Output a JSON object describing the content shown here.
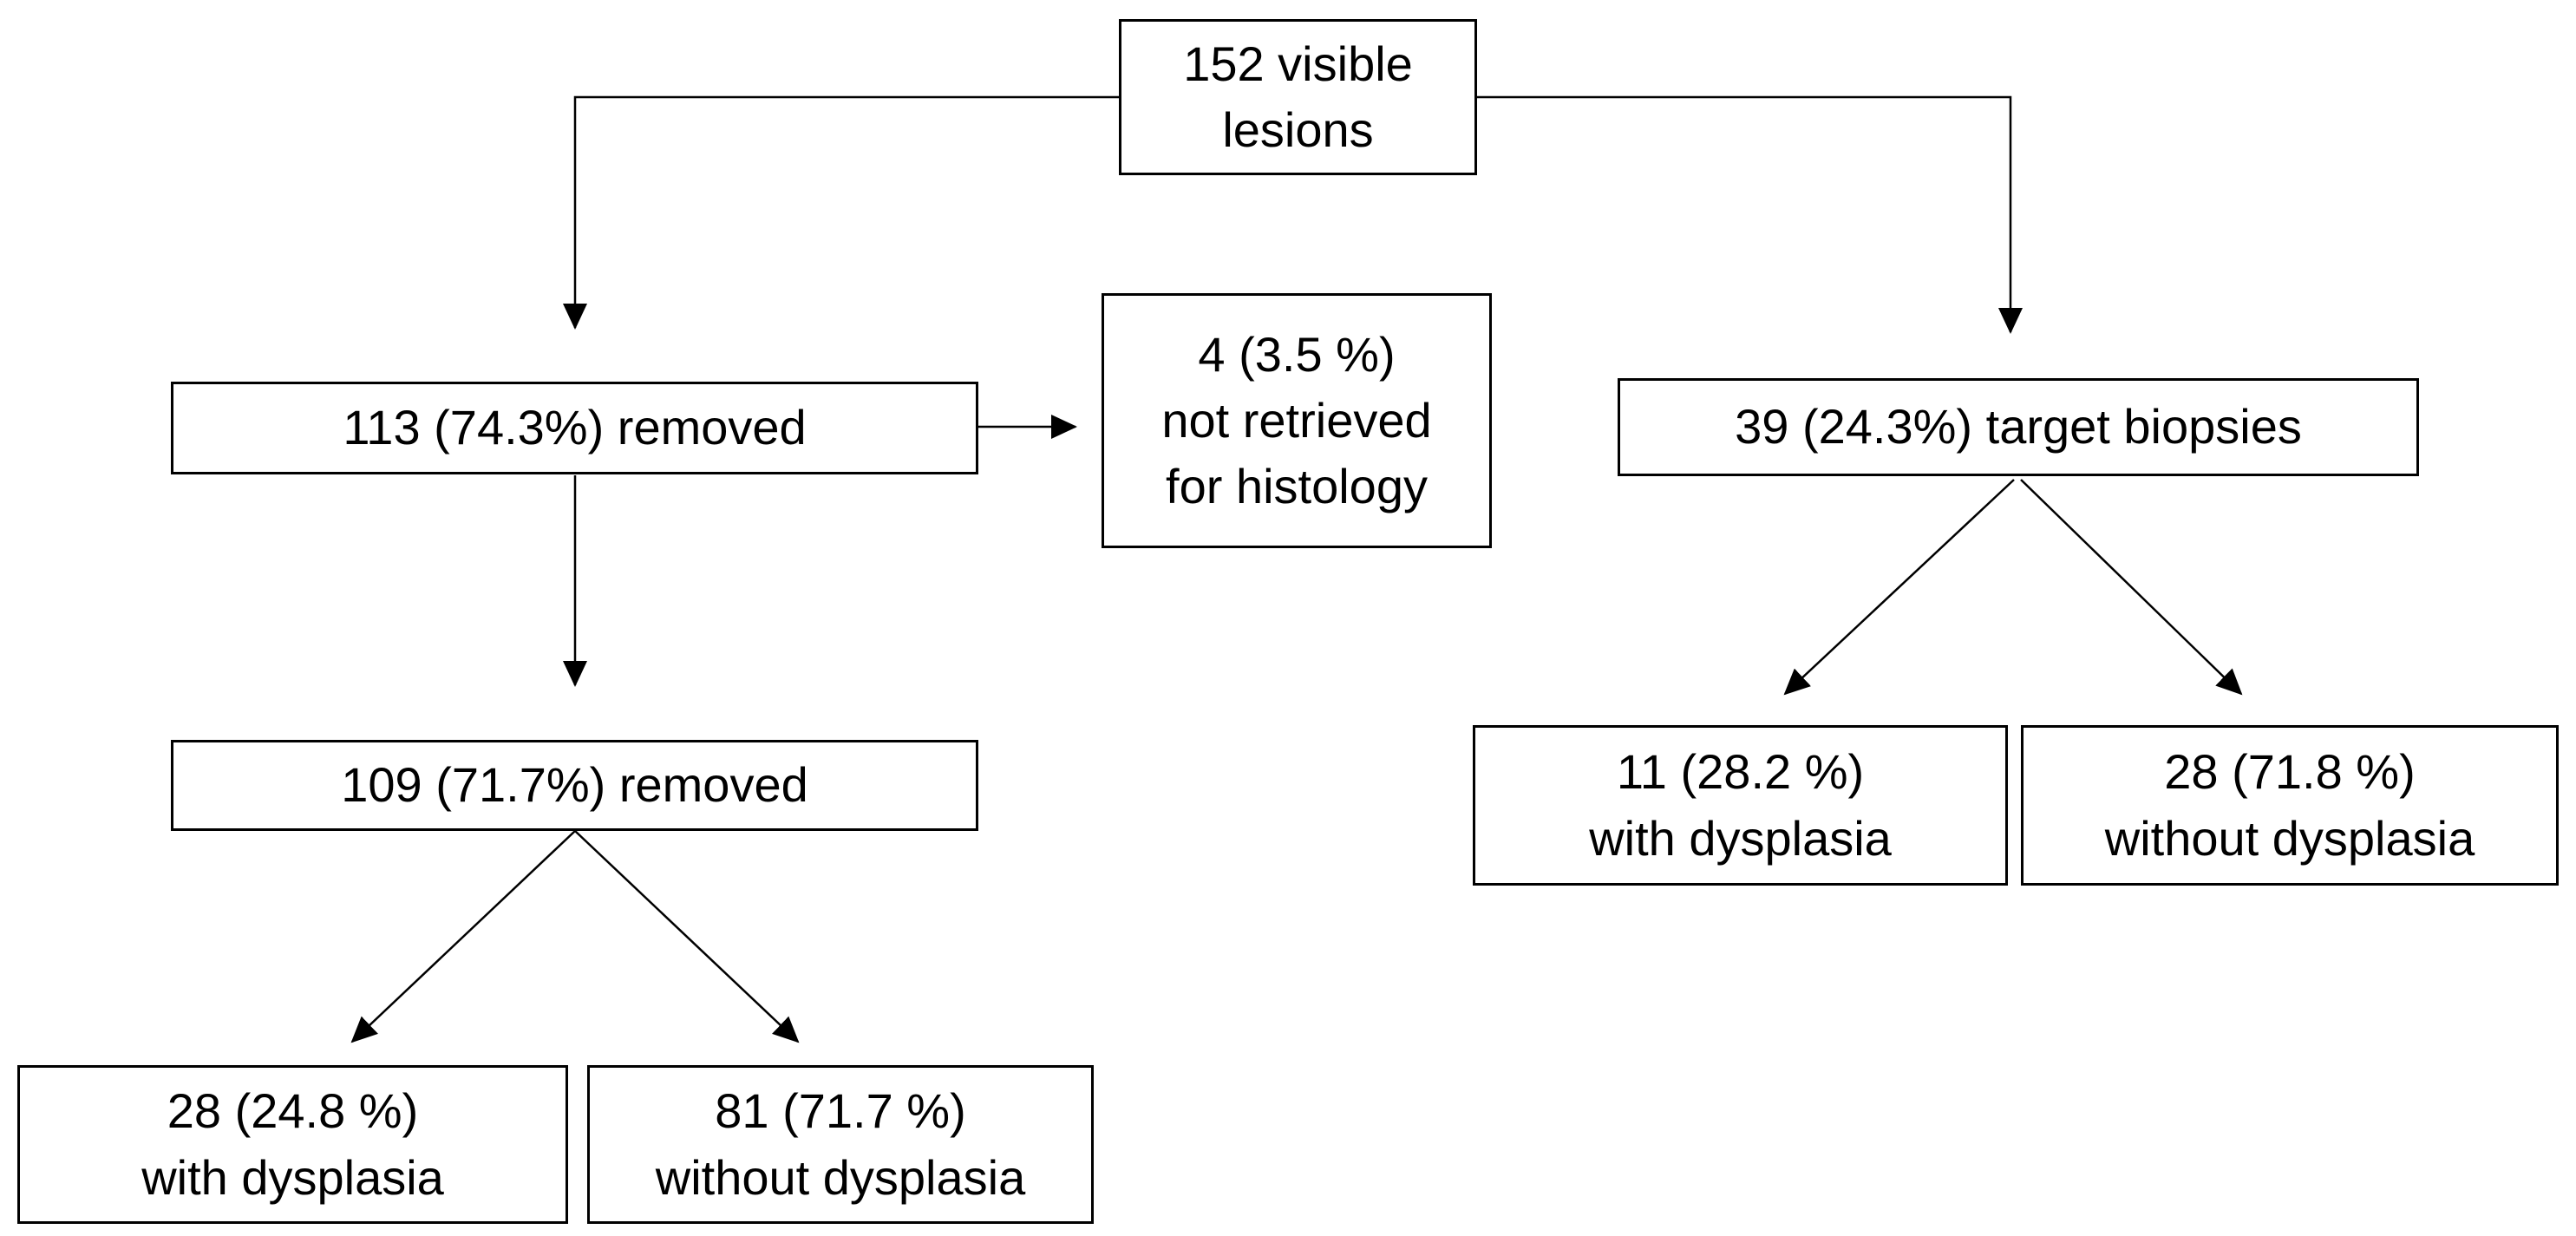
{
  "flowchart": {
    "root": {
      "line1": "152 visible",
      "line2": "lesions"
    },
    "removed_113": {
      "text": "113 (74.3%) removed"
    },
    "not_retrieved": {
      "line1": "4 (3.5 %)",
      "line2": "not retrieved",
      "line3": "for histology"
    },
    "removed_109": {
      "text": "109 (71.7%) removed"
    },
    "removed_with_dysplasia": {
      "line1": "28 (24.8 %)",
      "line2": "with dysplasia"
    },
    "removed_without_dysplasia": {
      "line1": "81 (71.7 %)",
      "line2": "without dysplasia"
    },
    "target_biopsies": {
      "text": "39 (24.3%) target biopsies"
    },
    "biopsy_with_dysplasia": {
      "line1": "11 (28.2 %)",
      "line2": "with dysplasia"
    },
    "biopsy_without_dysplasia": {
      "line1": "28 (71.8 %)",
      "line2": "without dysplasia"
    }
  }
}
